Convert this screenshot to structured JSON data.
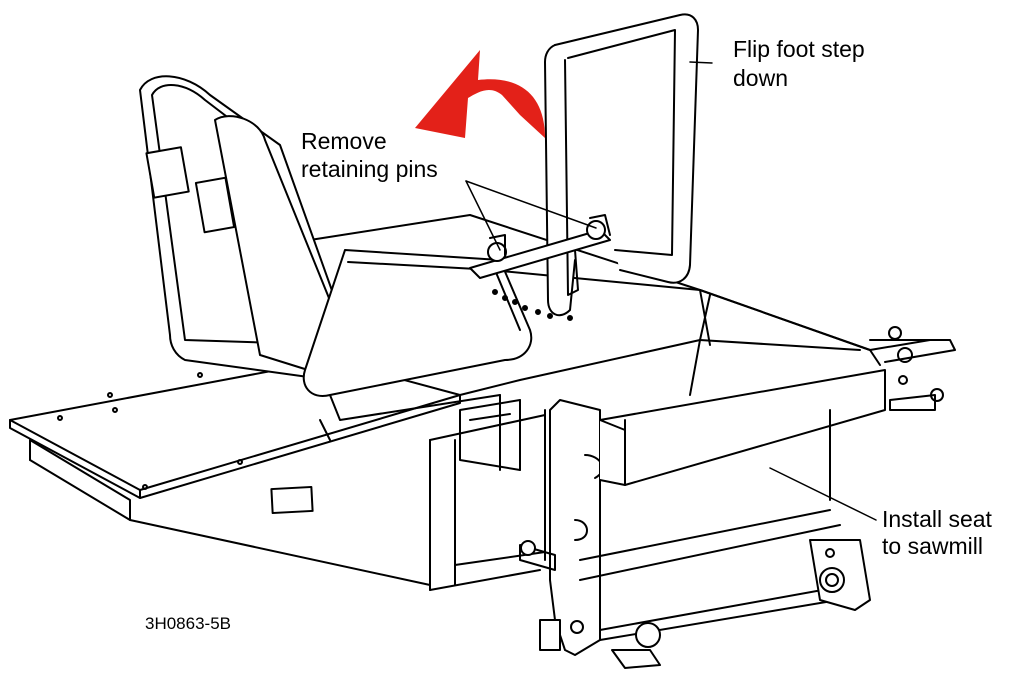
{
  "callouts": {
    "flip_step": {
      "line1": "Flip foot step",
      "line2": "down"
    },
    "remove_pins": {
      "line1": "Remove",
      "line2": "retaining pins"
    },
    "install_seat": {
      "line1": "Install seat",
      "line2": "to sawmill"
    }
  },
  "figure_code": "3H0863-5B",
  "colors": {
    "arrow": "#e32119",
    "line": "#000000",
    "background": "#ffffff"
  }
}
